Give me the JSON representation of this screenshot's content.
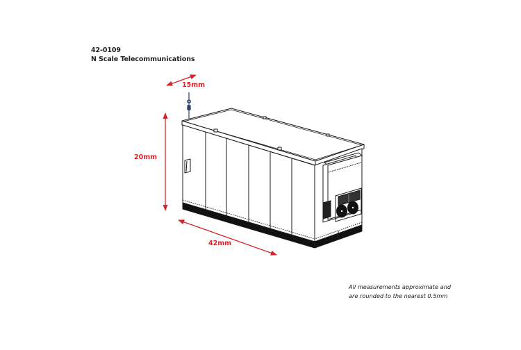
{
  "header": {
    "product_code": "42-0109",
    "product_name": "N Scale Telecommunications"
  },
  "dimensions": {
    "depth": {
      "label": "15mm",
      "value_mm": 15
    },
    "height": {
      "label": "20mm",
      "value_mm": 20
    },
    "length": {
      "label": "42mm",
      "value_mm": 42
    }
  },
  "footnote": {
    "line1": "All measurements approximate and",
    "line2": "are rounded to the nearest 0.5mm"
  },
  "colors": {
    "dimension_red": "#d6232a",
    "line_black": "#1a1a1a",
    "antenna_blue": "#2b3f6b",
    "background": "#ffffff"
  }
}
